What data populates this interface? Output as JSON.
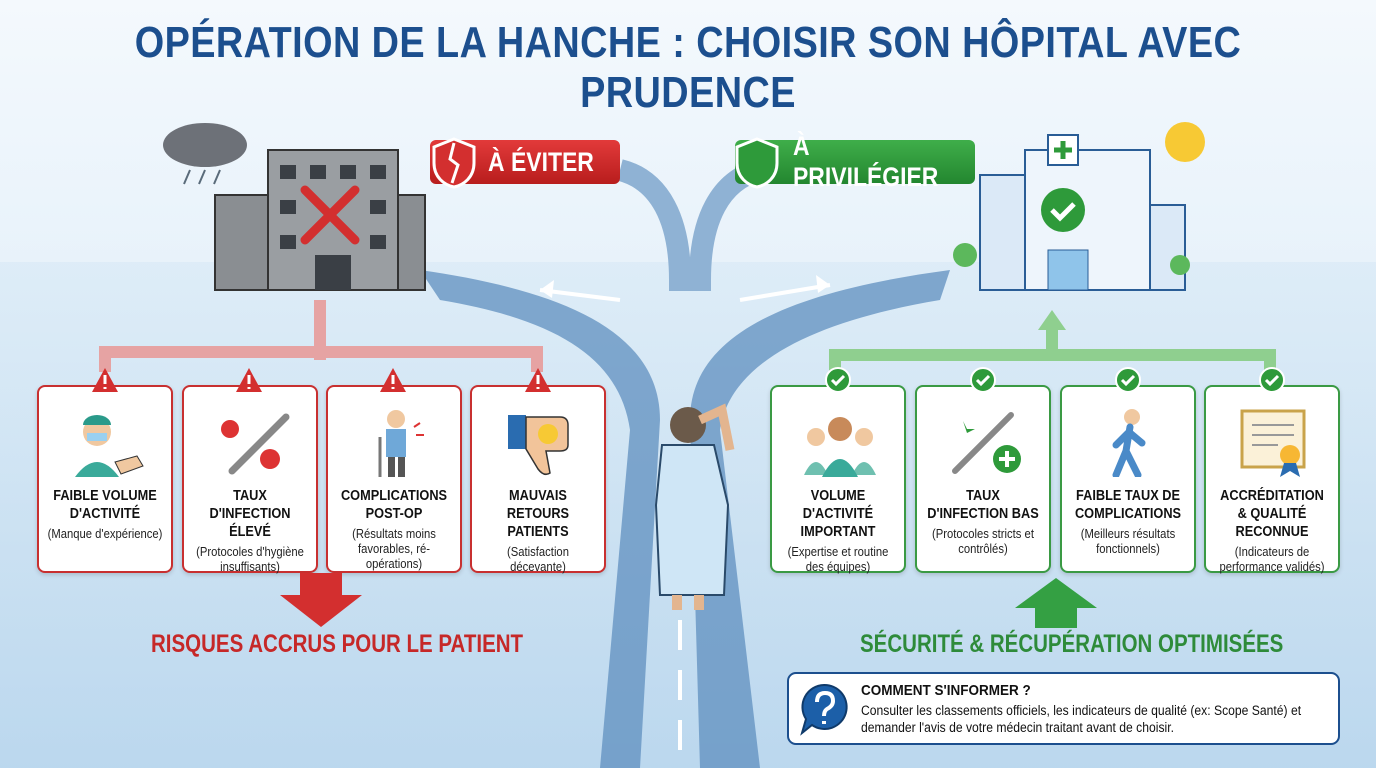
{
  "title": "OPÉRATION DE LA HANCHE : CHOISIR SON HÔPITAL AVEC PRUDENCE",
  "avoid": {
    "label": "À ÉVITER",
    "color": "#c62828",
    "icon": "broken-shield-icon",
    "items": [
      {
        "title": "FAIBLE VOLUME D'ACTIVITÉ",
        "desc": "(Manque d'expérience)",
        "icon": "surgeon-handshake-icon"
      },
      {
        "title": "TAUX D'INFECTION ÉLEVÉ",
        "desc": "(Protocoles d'hygiène insuffisants)",
        "icon": "bacteria-scalpel-icon"
      },
      {
        "title": "COMPLICATIONS POST-OP",
        "desc": "(Résultats moins favorables, ré-opérations)",
        "icon": "patient-crutch-icon"
      },
      {
        "title": "MAUVAIS RETOURS PATIENTS",
        "desc": "(Satisfaction décevante)",
        "icon": "thumbs-down-icon"
      }
    ],
    "conclusion": "RISQUES ACCRUS POUR LE PATIENT"
  },
  "prefer": {
    "label": "À PRIVILÉGIER",
    "color": "#2e8b3a",
    "icon": "check-shield-icon",
    "items": [
      {
        "title": "VOLUME D'ACTIVITÉ IMPORTANT",
        "desc": "(Expertise et routine des équipes)",
        "icon": "medical-team-icon"
      },
      {
        "title": "TAUX D'INFECTION BAS",
        "desc": "(Protocoles stricts et contrôlés)",
        "icon": "clean-scalpel-icon"
      },
      {
        "title": "FAIBLE TAUX DE COMPLICATIONS",
        "desc": "(Meilleurs résultats fonctionnels)",
        "icon": "walking-person-icon"
      },
      {
        "title": "ACCRÉDITATION & QUALITÉ RECONNUE",
        "desc": "(Indicateurs de performance validés)",
        "icon": "certificate-icon"
      }
    ],
    "conclusion": "SÉCURITÉ & RÉCUPÉRATION OPTIMISÉES"
  },
  "info": {
    "title": "COMMENT S'INFORMER ?",
    "text": "Consulter les classements officiels, les indicateurs de qualité (ex: Scope Santé) et demander l'avis de votre médecin traitant avant de choisir.",
    "icon": "question-bubble-icon"
  }
}
